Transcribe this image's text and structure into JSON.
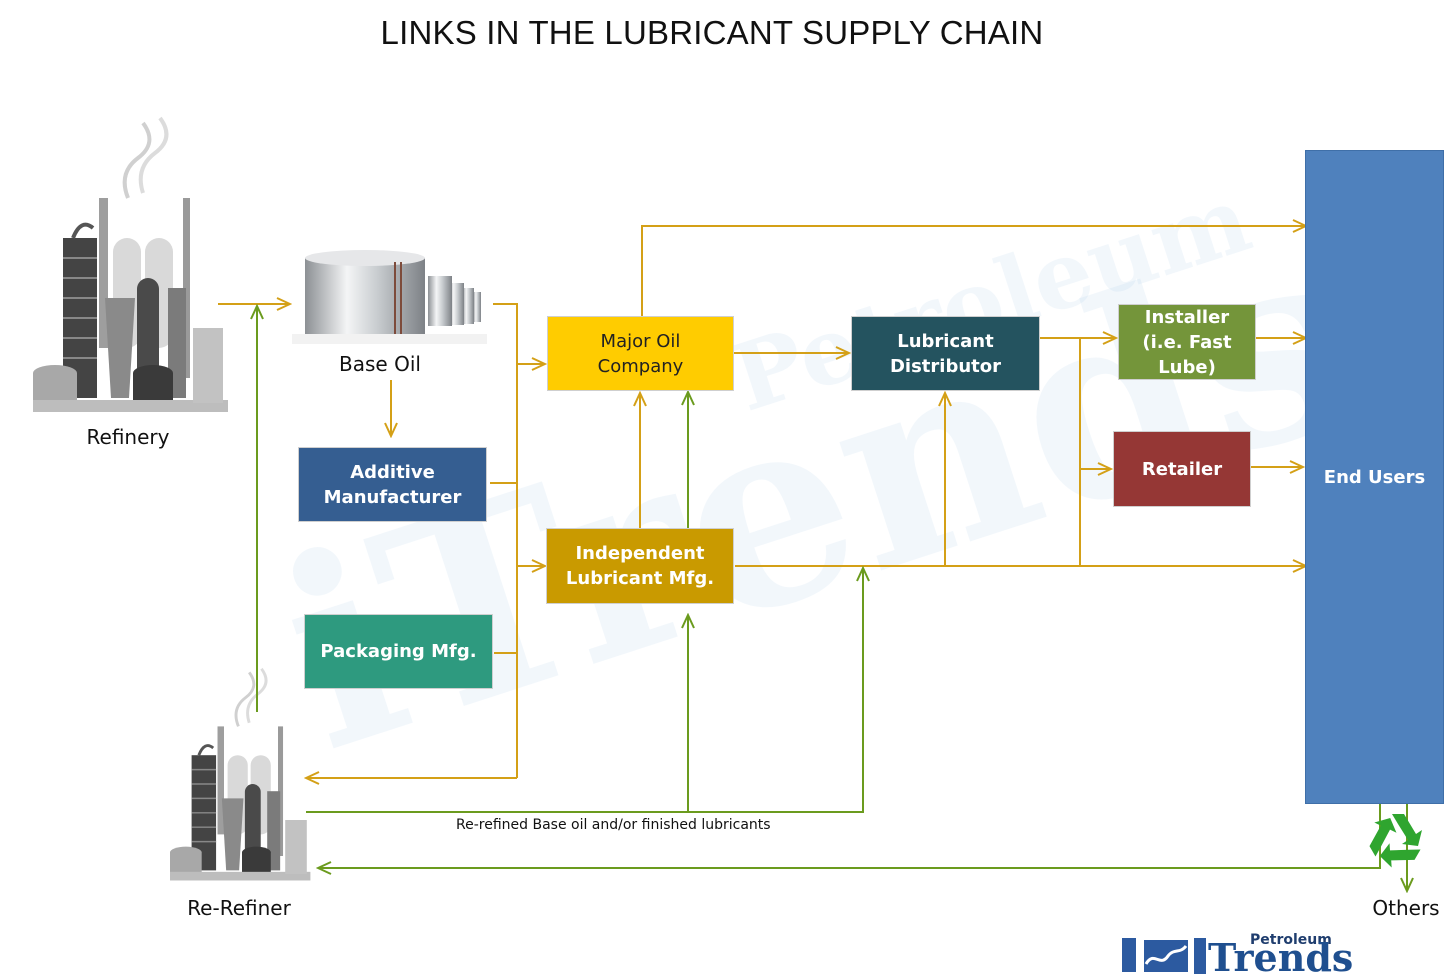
{
  "title": "LINKS IN THE LUBRICANT SUPPLY CHAIN",
  "nodes": {
    "refinery": "Refinery",
    "base_oil": "Base Oil",
    "additive": "Additive\nManufacturer",
    "packaging": "Packaging Mfg.",
    "major_oil": "Major Oil\nCompany",
    "independent": "Independent\nLubricant Mfg.",
    "distributor": "Lubricant\nDistributor",
    "installer": "Installer\n(i.e. Fast\nLube)",
    "retailer": "Retailer",
    "end_users": "End Users",
    "re_refiner": "Re-Refiner",
    "others": "Others"
  },
  "annotations": {
    "rerefined_flow": "Re-refined  Base oil and/or finished lubricants"
  },
  "logo": {
    "word_top": "Petroleum",
    "word_main": "Trends"
  },
  "watermark": {
    "word_top": "Petroleum",
    "word_main": "iTrends"
  },
  "colors": {
    "supply_arrow": "#d4a017",
    "recycle_arrow": "#6b9b1e",
    "major_oil": "#ffcc00",
    "independent": "#c99a00",
    "distributor": "#24535f",
    "installer": "#74953a",
    "retailer": "#953735",
    "end_users": "#4f81bd",
    "additive": "#355e91",
    "packaging": "#2e9a7f",
    "recycle_icon": "#2fa52f"
  }
}
